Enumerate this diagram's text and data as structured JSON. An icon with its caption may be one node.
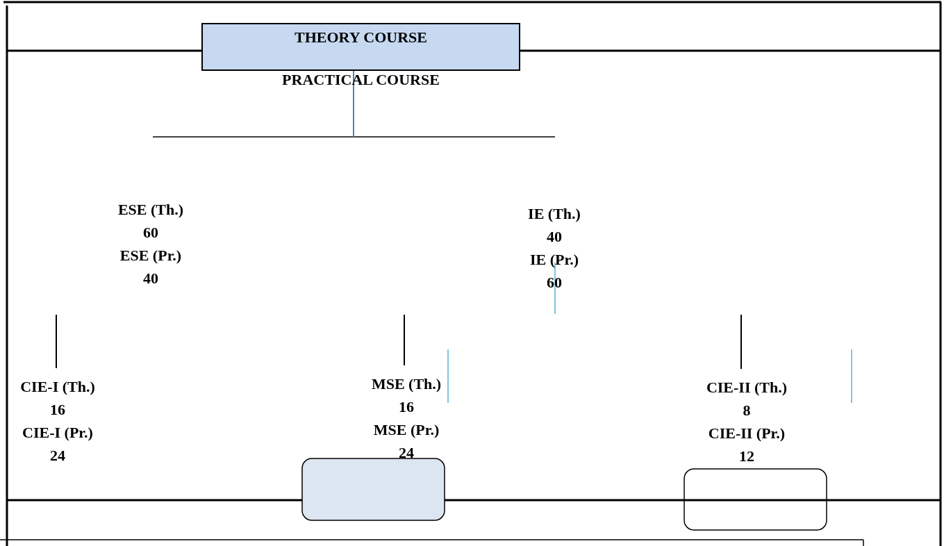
{
  "diagram": {
    "nodes": [
      {
        "text": [
          "THEORY COURSE",
          "PRACTICAL COURSE"
        ]
      },
      {
        "text": [
          "ESE (Th.)",
          "60",
          "ESE (Pr.)",
          "40"
        ]
      },
      {
        "text": [
          "IE (Th.)",
          "40",
          "IE (Pr.)",
          "60"
        ]
      },
      {
        "text": [
          "CIE-I (Th.)",
          "16",
          "CIE-I (Pr.)",
          "24"
        ]
      },
      {
        "text": [
          "MSE (Th.)",
          "16",
          "MSE (Pr.)",
          "24"
        ]
      },
      {
        "text": [
          "CIE-II (Th.)",
          "8",
          "CIE-II (Pr.)",
          "12"
        ]
      },
      {
        "text": [],
        "shape": "box"
      },
      {
        "text": [],
        "shape": "box"
      }
    ],
    "edges": [
      {
        "from": 0,
        "to": null,
        "arrow": "none",
        "color": "#4f81bd"
      },
      {
        "from": null,
        "to": 3,
        "arrow": "none"
      },
      {
        "from": null,
        "to": 4,
        "arrow": "none"
      },
      {
        "from": null,
        "to": 5,
        "arrow": "none"
      }
    ]
  }
}
